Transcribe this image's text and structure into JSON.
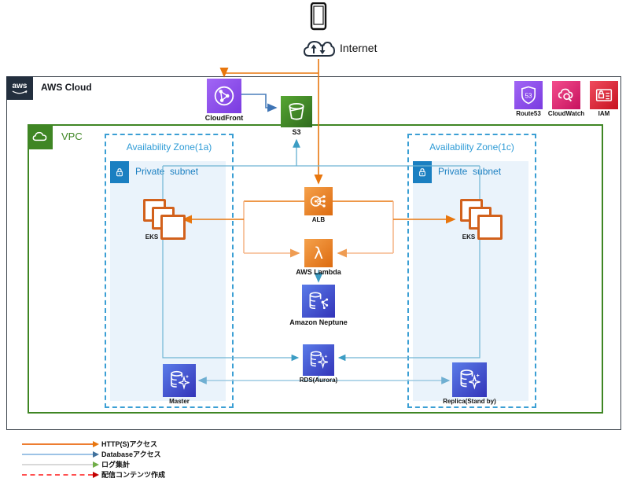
{
  "header": {
    "logo": "aws",
    "title": "AWS Cloud"
  },
  "internet": {
    "label": "Internet"
  },
  "cloudfront": {
    "label": "CloudFront"
  },
  "s3": {
    "label": "S3"
  },
  "global_services": [
    {
      "label": "Route53"
    },
    {
      "label": "CloudWatch"
    },
    {
      "label": "IAM"
    }
  ],
  "vpc": {
    "label": "VPC"
  },
  "az_left": {
    "label": "Availability Zone(1a)",
    "subnet": "Private  subnet",
    "eks": "EKS",
    "db": "Master"
  },
  "az_right": {
    "label": "Availability Zone(1c)",
    "subnet": "Private  subnet",
    "eks": "EKS",
    "db": "Replica(Stand by)"
  },
  "core": {
    "alb": "ALB",
    "lambda": "AWS Lambda",
    "neptune": "Amazon Neptune",
    "rds": "RDS(Aurora)"
  },
  "legend": {
    "items": [
      {
        "label": "HTTP(S)アクセス",
        "color": "#ED7D31",
        "style": "solid"
      },
      {
        "label": "Databaseアクセス",
        "color": "#9DC3E6",
        "style": "solid"
      },
      {
        "label": "ログ集計",
        "color": "#D9D9D9",
        "arrow_color": "#70AD47",
        "style": "solid"
      },
      {
        "label": "配信コンテンツ作成",
        "color": "#FF5050",
        "arrow_color": "#C00000",
        "style": "dashed"
      }
    ]
  },
  "colors": {
    "http_flow": "#E8760D",
    "http_flow_light": "#F5B78C",
    "db_flow": "#6FB5D4",
    "replication_flow": "#9CCAE2",
    "cloudfront_to_s3": "#4A7EBB",
    "vpc_border": "#3F8624",
    "az_border": "#3B9FD4",
    "subnet_fill": "#EAF3FB",
    "subnet_label": "#1A7FC1"
  }
}
